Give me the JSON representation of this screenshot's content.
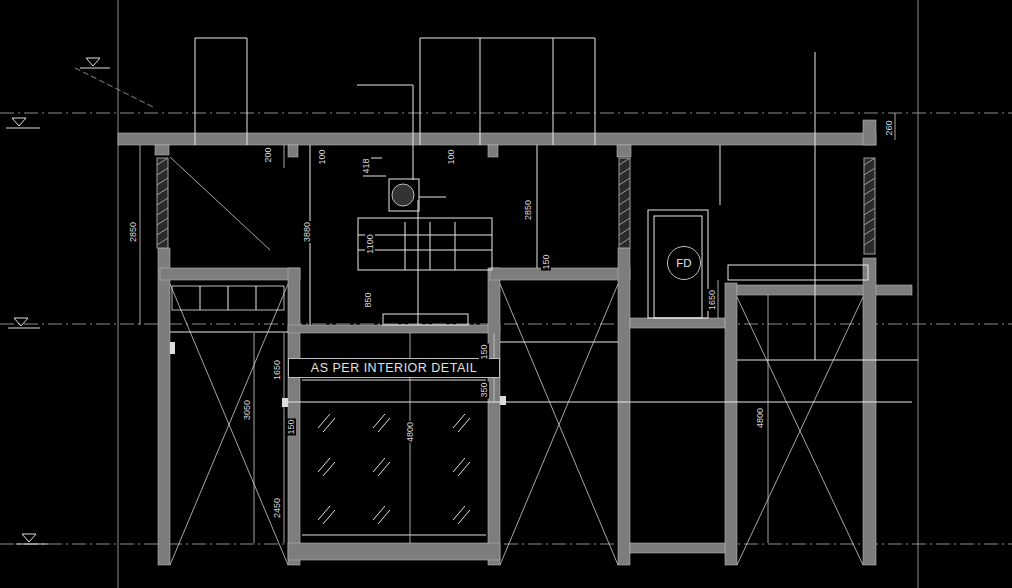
{
  "diagram": {
    "nodes": [
      {
        "text": [
          "AS PER INTERIOR DETAIL"
        ]
      },
      {
        "text": [
          "FD"
        ]
      }
    ],
    "labels": [
      "200",
      "100",
      "100",
      "418",
      "2850",
      "3880",
      "1100",
      "850",
      "2850",
      "260",
      "150",
      "1650",
      "1650",
      "150",
      "350",
      "3050",
      "150",
      "4800",
      "2450",
      "4800"
    ]
  }
}
